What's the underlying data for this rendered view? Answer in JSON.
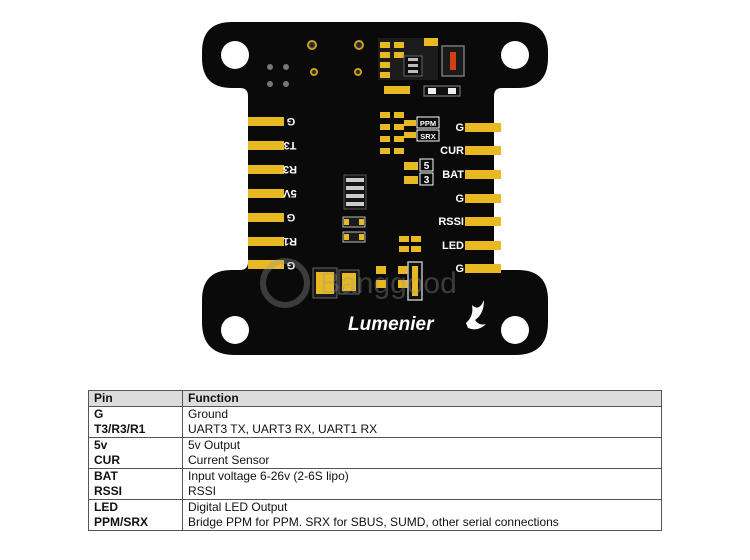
{
  "board": {
    "brand_logo_text": "Lumenier",
    "watermark_text": "Banggood",
    "left_pads": [
      "G",
      "T3",
      "R3",
      "5V",
      "G",
      "R1",
      "G"
    ],
    "right_pads": [
      "G",
      "CUR",
      "BAT",
      "G",
      "RSSI",
      "LED",
      "G"
    ],
    "ppm_label": "PPM",
    "srx_label": "SRX",
    "num_5": "5",
    "num_3": "3"
  },
  "table": {
    "headers": {
      "pin": "Pin",
      "function": "Function"
    },
    "rows": [
      {
        "pin": "G",
        "function": "Ground"
      },
      {
        "pin": "T3/R3/R1",
        "function": "UART3 TX, UART3 RX, UART1 RX"
      },
      {
        "pin": "5v",
        "function": "5v Output"
      },
      {
        "pin": "CUR",
        "function": "Current Sensor"
      },
      {
        "pin": "BAT",
        "function": "Input voltage 6-26v (2-6S lipo)"
      },
      {
        "pin": "RSSI",
        "function": "RSSI"
      },
      {
        "pin": "LED",
        "function": "Digital LED Output"
      },
      {
        "pin": "PPM/SRX",
        "function": "Bridge PPM for PPM. SRX for SBUS, SUMD, other serial connections"
      }
    ]
  },
  "colors": {
    "board": "#0a0a0a",
    "pad": "#e8b923",
    "silkscreen": "#ffffff",
    "table_header_bg": "#dcdcdc"
  }
}
